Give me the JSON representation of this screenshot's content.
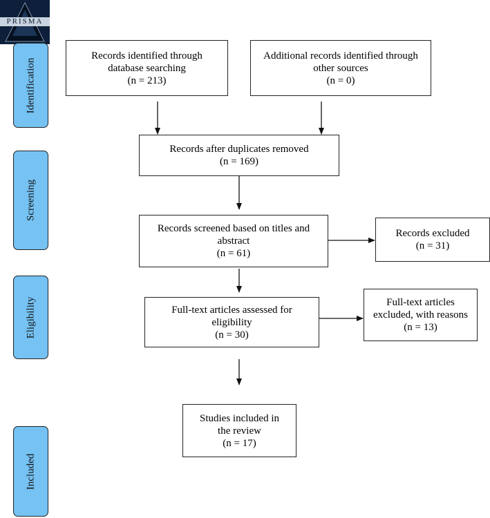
{
  "logo": {
    "text": "PRISMA"
  },
  "stages": {
    "identification": "Identification",
    "screening": "Screening",
    "eligibility": "Eligibility",
    "included": "Included"
  },
  "boxes": {
    "database_search": {
      "line1": "Records identified through",
      "line2": "database searching",
      "count": "(n = 213)"
    },
    "other_sources": {
      "line1": "Additional records identified through",
      "line2": "other sources",
      "count": "(n = 0)"
    },
    "duplicates_removed": {
      "line1": "Records after duplicates removed",
      "count": "(n = 169)"
    },
    "screened": {
      "line1": "Records screened based on titles and",
      "line2": "abstract",
      "count": "(n = 61)"
    },
    "excluded": {
      "line1": "Records excluded",
      "count": "(n = 31)"
    },
    "full_text_assessed": {
      "line1": "Full-text articles assessed for",
      "line2": "eligibility",
      "count": "(n = 30)"
    },
    "full_text_excluded": {
      "line1": "Full-text articles",
      "line2": "excluded, with reasons",
      "count": "(n = 13)"
    },
    "included": {
      "line1": "Studies included in",
      "line2": "the review",
      "count": "(n = 17)"
    }
  },
  "colors": {
    "stage_fill": "#75c2f3",
    "border": "#222222",
    "logo_dark": "#0d1f3a"
  }
}
